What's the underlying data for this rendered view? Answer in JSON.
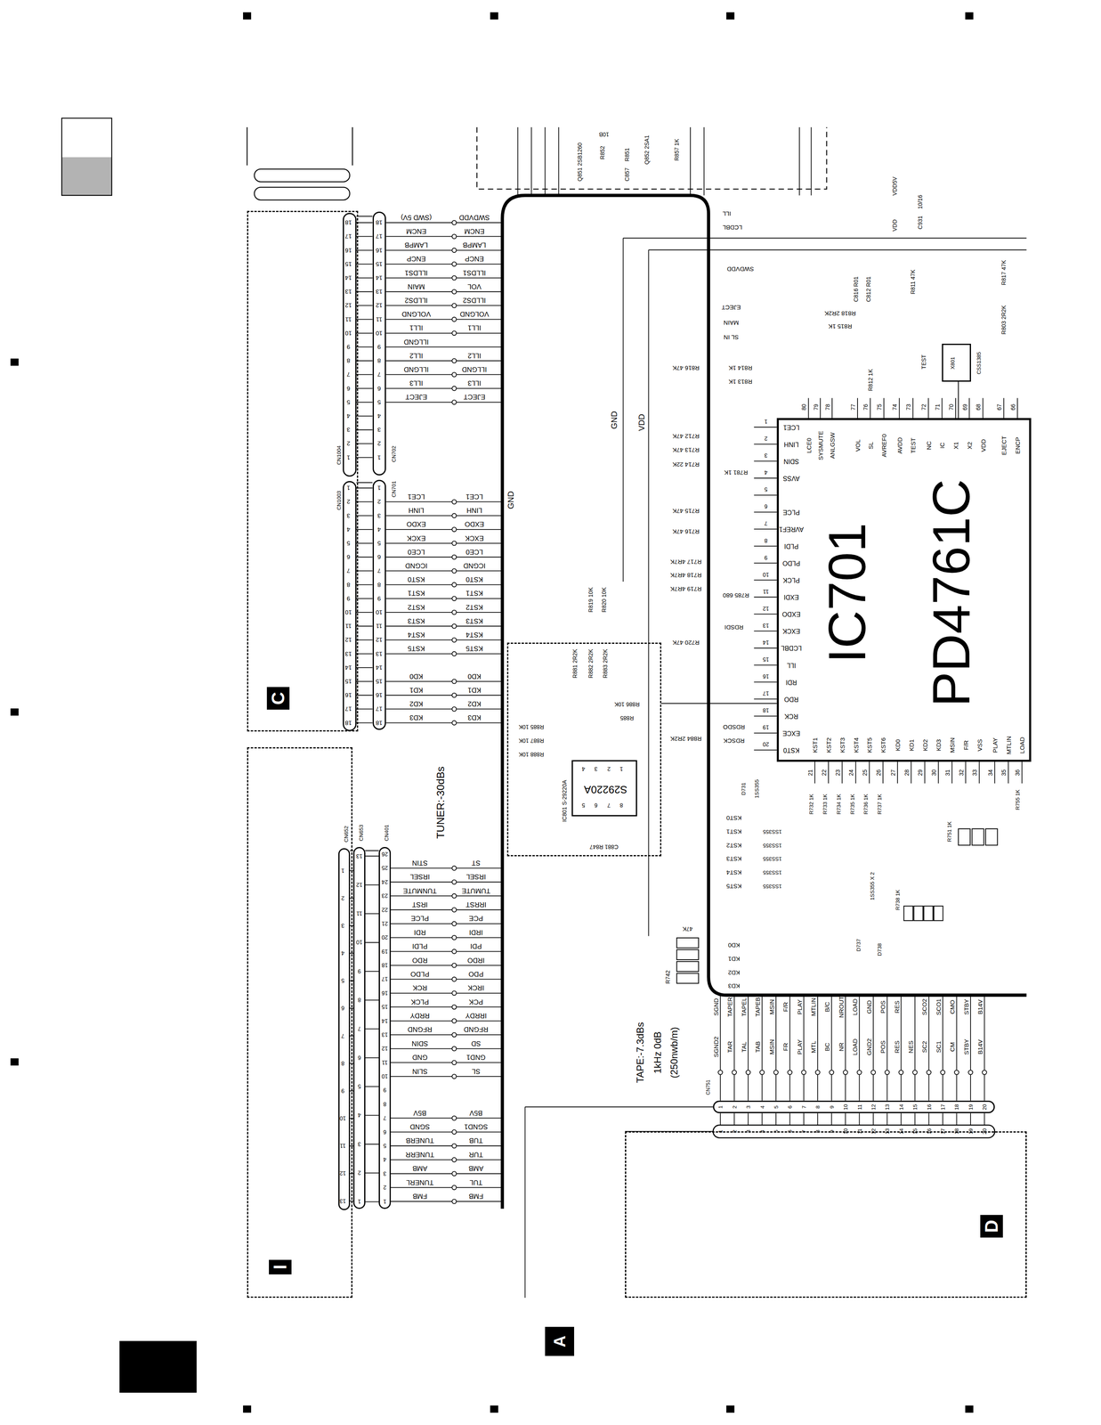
{
  "diagram": {
    "nodes": [
      {
        "text": [
          "C"
        ]
      },
      {
        "text": [
          "CN1004"
        ],
        "in": 0
      },
      {
        "text": [
          "CN1003"
        ],
        "in": 0
      },
      {
        "text": [
          "I"
        ]
      },
      {
        "text": [
          "CN652"
        ],
        "in": 3
      },
      {
        "text": [
          "CN653"
        ]
      },
      {
        "text": [
          "CN702"
        ]
      },
      {
        "text": [
          "CN701"
        ]
      },
      {
        "text": [
          "CN401"
        ]
      },
      {
        "text": [
          "IC801 S-29220A"
        ]
      },
      {
        "text": [
          "S29220A"
        ],
        "in": 9
      },
      {
        "text": [
          "IC701",
          "PD4761C"
        ]
      },
      {
        "text": [
          "X801",
          "CSS1385"
        ]
      },
      {
        "text": [
          "CN751"
        ]
      },
      {
        "text": [
          "D"
        ]
      },
      {
        "text": [
          "A"
        ]
      }
    ],
    "edges": [
      {
        "from": 1,
        "to": 6,
        "arrow": "none"
      },
      {
        "from": 2,
        "to": 7,
        "arrow": "none"
      },
      {
        "from": 4,
        "to": 5,
        "arrow": "none"
      },
      {
        "from": 5,
        "to": 8,
        "arrow": "none"
      },
      {
        "from": 9,
        "to": 11,
        "arrow": "none"
      },
      {
        "from": 12,
        "to": 11,
        "arrow": "none"
      }
    ],
    "labels": [
      "18",
      "17",
      "16",
      "15",
      "14",
      "13",
      "12",
      "11",
      "10",
      "9",
      "8",
      "7",
      "6",
      "5",
      "4",
      "3",
      "2",
      "1",
      "18",
      "17",
      "16",
      "15",
      "14",
      "13",
      "12",
      "11",
      "10",
      "9",
      "8",
      "7",
      "6",
      "5",
      "4",
      "3",
      "2",
      "1",
      "(SWD 5V)",
      "ENCM",
      "LAMPB",
      "ENCP",
      "ILLDS1",
      "MAIN",
      "ILLDS2",
      "VOLGND",
      "ILL1",
      "ILLGND",
      "ILL2",
      "ILLGND",
      "ILL3",
      "EJECT",
      "SWDVDD",
      "ENCM",
      "LAMPB",
      "ENCP",
      "ILLDS1",
      "VOL",
      "ILLDS2",
      "VOLGND",
      "ILL1",
      "ILL2",
      "ILLGND",
      "ILL3",
      "EJECT",
      "1",
      "2",
      "3",
      "4",
      "5",
      "6",
      "7",
      "8",
      "9",
      "10",
      "11",
      "12",
      "13",
      "14",
      "15",
      "16",
      "17",
      "18",
      "1",
      "2",
      "3",
      "4",
      "5",
      "6",
      "7",
      "8",
      "9",
      "10",
      "11",
      "12",
      "13",
      "14",
      "15",
      "16",
      "17",
      "18",
      "LCE1",
      "LINH",
      "EXDO",
      "EXCK",
      "LCE0",
      "ICGND",
      "KST0",
      "KST1",
      "KST2",
      "KST3",
      "KST4",
      "KST5",
      "KD0",
      "KD1",
      "KD2",
      "KD3",
      "LCE1",
      "LINH",
      "EXDO",
      "EXCK",
      "LCE0",
      "ICGND",
      "KST0",
      "KST1",
      "KST2",
      "KST3",
      "KST4",
      "KST5",
      "KD0",
      "KD1",
      "KD2",
      "KD3",
      "1",
      "2",
      "3",
      "4",
      "5",
      "6",
      "7",
      "8",
      "9",
      "10",
      "11",
      "12",
      "13",
      "13",
      "12",
      "11",
      "10",
      "9",
      "8",
      "7",
      "6",
      "5",
      "4",
      "3",
      "2",
      "1",
      "26",
      "25",
      "24",
      "23",
      "22",
      "21",
      "20",
      "19",
      "18",
      "17",
      "16",
      "15",
      "14",
      "13",
      "12",
      "11",
      "10",
      "9",
      "8",
      "7",
      "6",
      "5",
      "4",
      "3",
      "2",
      "1",
      "STIN",
      "IRSEL",
      "TUNMUTE",
      "IRST",
      "PLCE",
      "RDI",
      "PLDI",
      "RDO",
      "PLDO",
      "RCK",
      "PLCK",
      "RRDY",
      "RFGND",
      "SDIN",
      "GND",
      "SLIN",
      "B5V",
      "SGND",
      "TUNERB",
      "TUNERR",
      "AMB",
      "TUNERL",
      "FMB",
      "ST",
      "IRSEL",
      "TUMUTE",
      "IRRST",
      "PCE",
      "IRDI",
      "PDI",
      "IRDO",
      "PDO",
      "IRCK",
      "PCK",
      "IRRDY",
      "RFGND",
      "SD",
      "GND1",
      "SL",
      "B5V",
      "SGND1",
      "TUB",
      "TUR",
      "AMB",
      "TUL",
      "FMB",
      "1",
      "2",
      "3",
      "4",
      "5",
      "6",
      "7",
      "8",
      "9",
      "10",
      "11",
      "12",
      "13",
      "14",
      "15",
      "16",
      "17",
      "18",
      "19",
      "20",
      "LCE1",
      "LINH",
      "SDIN",
      "AVSS",
      "PLCE",
      "AVREF1",
      "PLDI",
      "PLDO",
      "PLCK",
      "EXDI",
      "EXDO",
      "EXCK",
      "LCDBL",
      "ILL",
      "RDI",
      "RDO",
      "RCK",
      "EXCE",
      "KST0",
      "80",
      "79",
      "78",
      "77",
      "76",
      "75",
      "74",
      "73",
      "72",
      "71",
      "70",
      "69",
      "68",
      "67",
      "66",
      "LCE0",
      "SYSMUTE",
      "ANLGSW",
      "VOL",
      "SL",
      "AVREF0",
      "AVDD",
      "TEST",
      "NC",
      "IC",
      "X1",
      "X2",
      "VDD",
      "EJECT",
      "ENCP",
      "KST1",
      "KST2",
      "KST3",
      "KST4",
      "KST5",
      "KST6",
      "KD0",
      "KD1",
      "KD2",
      "KD3",
      "MSIN",
      "F/R",
      "VSS",
      "PLAY",
      "MTLIN",
      "LOAD",
      "21",
      "22",
      "23",
      "24",
      "25",
      "26",
      "27",
      "28",
      "29",
      "30",
      "31",
      "32",
      "33",
      "34",
      "35",
      "36",
      "1",
      "2",
      "3",
      "4",
      "5",
      "6",
      "7",
      "8",
      "9",
      "10",
      "11",
      "12",
      "13",
      "14",
      "15",
      "16",
      "17",
      "18",
      "19",
      "20",
      "1",
      "2",
      "3",
      "4",
      "5",
      "6",
      "7",
      "8",
      "9",
      "10",
      "11",
      "12",
      "13",
      "14",
      "15",
      "16",
      "17",
      "18",
      "19",
      "20",
      "SGND2",
      "TAR",
      "TAL",
      "TAB",
      "MSIN",
      "FR",
      "PLAY",
      "MTL",
      "BC",
      "NR",
      "LOAD",
      "GND2",
      "POS",
      "RES",
      "NES",
      "SC2",
      "SC1",
      "CM",
      "STBY",
      "B14V",
      "SGND",
      "TAPER",
      "TAPEL",
      "TAPEB",
      "MSIN",
      "F/R",
      "PLAY",
      "MTLIN",
      "B/C",
      "NROUT",
      "LOAD",
      "GND",
      "POS",
      "RES",
      "SCO2",
      "SCO1",
      "CMO",
      "STBY",
      "B14V",
      "TUNER:-30dBs",
      "TAPE:-7.3dBs",
      "1kHz 0dB",
      "(250nwb/m)",
      "GND",
      "VDD",
      "GND",
      "R816 47K",
      "R712 47K",
      "R713 47K",
      "R714 22K",
      "R715 47K",
      "R716 47K",
      "R717 4R7K",
      "R718 4R7K",
      "R719 4R7K",
      "R720 47K",
      "R884 2R2K",
      "R814 1K",
      "R813 1K",
      "R781 1K",
      "R785 680",
      "RDSDI",
      "RDSDO",
      "RDSCK",
      "LCDBL",
      "ILL",
      "SWDVDD",
      "EJECT",
      "MAIN",
      "SL IN",
      "R818 2R2K",
      "R815 1K",
      "C816 R01",
      "C812 R01",
      "R811 47K",
      "R817 47K",
      "R803 2R2K",
      "R812 1K",
      "TEST",
      "VDD",
      "VDD5V",
      "10/16",
      "C931",
      "Q851 2SB1260",
      "R852",
      "10B",
      "R851",
      "C857",
      "Q852 2SA1",
      "R857 1K",
      "R819 10K",
      "R820 10K",
      "R881 2R2K",
      "R882 2R2K",
      "R883 2R2K",
      "R886 10K",
      "R885",
      "R885 10K",
      "R887 10K",
      "R888 10K",
      "4",
      "3",
      "2",
      "1",
      "5",
      "6",
      "7",
      "8",
      "C881 R847",
      "KST0",
      "KST1",
      "KST2",
      "KST3",
      "KST4",
      "KST5",
      "1SS355",
      "1SS355",
      "1SS355",
      "1SS355",
      "1SS355",
      "D731",
      "1SS355",
      "KD0",
      "KD1",
      "KD2",
      "KD3",
      "R742",
      "47K",
      "R732 1K",
      "R733 1K",
      "R734 1K",
      "R735 1K",
      "R736 1K",
      "R737 1K",
      "1SS355 X 2",
      "D737",
      "D738",
      "R738 1K",
      "R751 1K",
      "R755 1K"
    ]
  }
}
